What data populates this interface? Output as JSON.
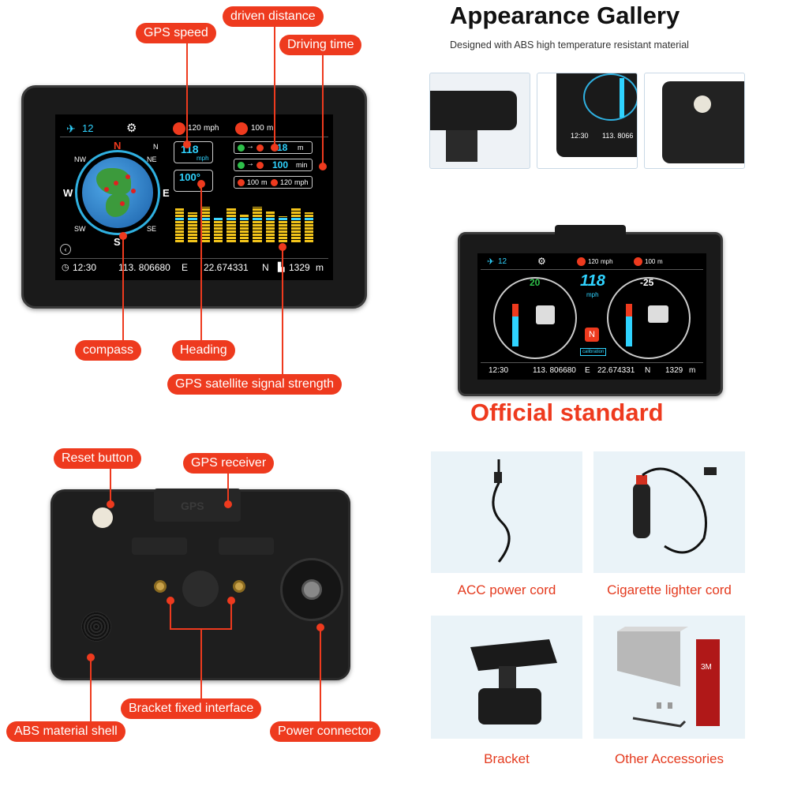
{
  "gallery": {
    "title": "Appearance Gallery",
    "subtitle": "Designed with ABS high temperature resistant material",
    "official": "Official standard"
  },
  "front_labels": {
    "gps_speed": "GPS speed",
    "driven_distance": "driven distance",
    "driving_time": "Driving time",
    "compass": "compass",
    "heading": "Heading",
    "gps_signal": "GPS satellite signal strength"
  },
  "screen": {
    "satellites": "12",
    "speed_limit": "120",
    "speed_unit": "mph",
    "distance_limit": "100",
    "distance_unit": "m",
    "speed_value": "118",
    "heading_value": "100°",
    "dist_value": "118",
    "dist_value_unit": "m",
    "time_value": "100",
    "time_value_unit": "min",
    "bottom_limit_1": "100",
    "bottom_limit_1_unit": "m",
    "bottom_limit_2": "120",
    "bottom_limit_2_unit": "mph",
    "compass_n": "N",
    "compass_s": "S",
    "compass_e": "E",
    "compass_w": "W",
    "compass_ne": "NE",
    "compass_nw": "NW",
    "compass_se": "SE",
    "compass_sw": "SW",
    "compass_n2": "N",
    "clock": "12:30",
    "longitude": "113. 806680",
    "lon_dir": "E",
    "latitude": "22.674331",
    "lat_dir": "N",
    "altitude": "1329",
    "alt_unit": "m"
  },
  "official_screen": {
    "satellites": "12",
    "speed_limit": "120",
    "speed_unit": "mph",
    "distance_limit": "100",
    "distance_unit": "m",
    "speed_value": "118",
    "speed_unit2": "mph",
    "left_gauge": "20",
    "right_gauge": "-25",
    "compass": "N",
    "calibrate": "calibration",
    "clock": "12:30",
    "longitude": "113. 806680",
    "lon_dir": "E",
    "latitude": "22.674331",
    "lat_dir": "N",
    "altitude": "1329",
    "alt_unit": "m"
  },
  "thumb_screen": {
    "clock": "12:30",
    "longitude": "113. 8066"
  },
  "back_labels": {
    "reset": "Reset button",
    "gps_receiver": "GPS receiver",
    "bracket_interface": "Bracket fixed interface",
    "abs_shell": "ABS material shell",
    "power_connector": "Power connector",
    "gps_stamp": "GPS"
  },
  "accessories": {
    "acc": "ACC power cord",
    "cigarette": "Cigarette lighter cord",
    "bracket": "Bracket",
    "other": "Other Accessories",
    "tape": "3M"
  },
  "signal_bars": [
    0.85,
    0.75,
    0.9,
    0.6,
    0.85,
    0.7,
    0.9,
    0.8,
    0.65,
    0.85,
    0.75
  ],
  "colors": {
    "accent": "#ee3a1e",
    "cyan": "#2fd3ff",
    "bar_yellow": "#f2c41b",
    "bar_cyan": "#3fd6ff"
  }
}
